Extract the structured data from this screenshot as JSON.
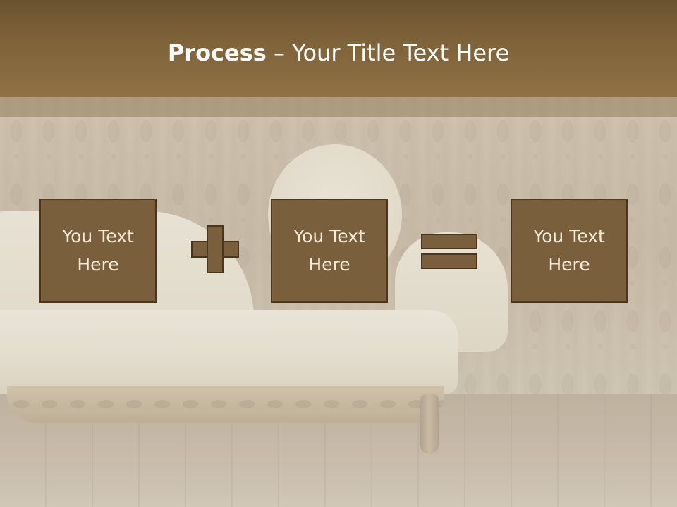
{
  "slide": {
    "title_bold": "Process",
    "title_rest": " – Your Title Text Here",
    "boxes": [
      {
        "line1": "You Text",
        "line2": "Here"
      },
      {
        "line1": "You Text",
        "line2": "Here"
      },
      {
        "line1": "You Text",
        "line2": "Here"
      }
    ],
    "operators": [
      "plus-icon",
      "equals-icon"
    ]
  },
  "colors": {
    "header": "#7f6339",
    "box_fill": "#7a5f3c",
    "box_border": "#4a361c",
    "text": "#ffffff"
  }
}
